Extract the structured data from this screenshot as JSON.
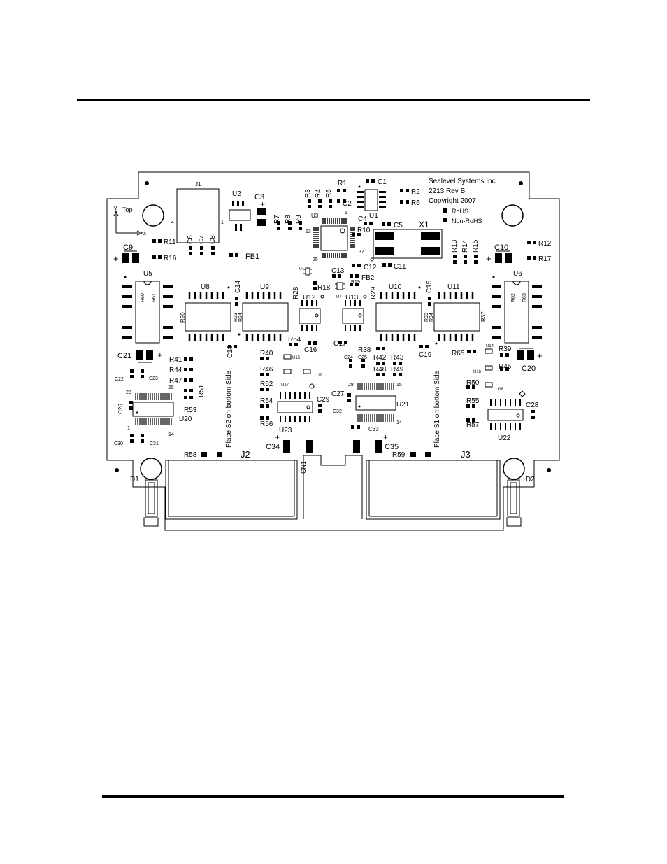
{
  "board_info": {
    "company": "Sealevel Systems Inc",
    "revision": "2213 Rev B",
    "copyright": "Copyright 2007",
    "legend_rohs": "RoHS",
    "legend_nonrohs": "Non-RoHS"
  },
  "axes": {
    "y": "y",
    "top": "Top",
    "x": "x"
  },
  "notes": {
    "s2": "Place S2 on bottom Side",
    "s1": "Place S1 on bottom Side"
  },
  "pin_numbers": {
    "j1_4": "4",
    "j1_1": "1",
    "u3_1": "1",
    "u3_13": "13",
    "u3_25": "25",
    "u3_37": "37",
    "u20_28": "28",
    "u20_15": "15",
    "u20_1": "1",
    "u20_14": "14",
    "u21_28": "28",
    "u21_15": "15",
    "u21_14": "14"
  },
  "polarity": {
    "plus": "+"
  },
  "designators": {
    "J1": "J1",
    "J2": "J2",
    "J3": "J3",
    "U1": "U1",
    "U2": "U2",
    "U3": "U3",
    "U4": "U4",
    "U5": "U5",
    "U6": "U6",
    "U7": "U7",
    "U8": "U8",
    "U9": "U9",
    "U10": "U10",
    "U11": "U11",
    "U12": "U12",
    "U13": "U13",
    "U14": "U14",
    "U15": "U15",
    "U16": "U16",
    "U17": "U17",
    "U18": "U18",
    "U19": "U19",
    "U20": "U20",
    "U21": "U21",
    "U22": "U22",
    "U23": "U23",
    "X1": "X1",
    "FB1": "FB1",
    "FB2": "FB2",
    "D1": "D1",
    "D2": "D2",
    "CN1": "CN1",
    "C1": "C1",
    "C2": "C2",
    "C3": "C3",
    "C4": "C4",
    "C5": "C5",
    "C6": "C6",
    "C7": "C7",
    "C8": "C8",
    "C9": "C9",
    "C10": "C10",
    "C11": "C11",
    "C12": "C12",
    "C13": "C13",
    "C14": "C14",
    "C15": "C15",
    "C16": "C16",
    "C17": "C17",
    "C18": "C18",
    "C19": "C19",
    "C20": "C20",
    "C21": "C21",
    "C22": "C22",
    "C23": "C23",
    "C24": "C24",
    "C25": "C25",
    "C26": "C26",
    "C27": "C27",
    "C28": "C28",
    "C29": "C29",
    "C30": "C30",
    "C31": "C31",
    "C32": "C32",
    "C33": "C33",
    "C34": "C34",
    "C35": "C35",
    "R1": "R1",
    "R2": "R2",
    "R3": "R3",
    "R4": "R4",
    "R5": "R5",
    "R6": "R6",
    "R7": "R7",
    "R8": "R8",
    "R9": "R9",
    "R10": "R10",
    "R11": "R11",
    "R12": "R12",
    "R13": "R13",
    "R14": "R14",
    "R15": "R15",
    "R16": "R16",
    "R17": "R17",
    "R18": "R18",
    "R19": "R19",
    "R20": "R20",
    "R23": "R23",
    "R24": "R24",
    "R28": "R28",
    "R29": "R29",
    "R33": "R33",
    "R34": "R34",
    "R37": "R37",
    "R38": "R38",
    "R39": "R39",
    "R40": "R40",
    "R41": "R41",
    "R42": "R42",
    "R43": "R43",
    "R44": "R44",
    "R45": "R45",
    "R46": "R46",
    "R47": "R47",
    "R48": "R48",
    "R49": "R49",
    "R50": "R50",
    "R51": "R51",
    "R52": "R52",
    "R53": "R53",
    "R54": "R54",
    "R55": "R55",
    "R56": "R56",
    "R57": "R57",
    "R58": "R58",
    "R59": "R59",
    "R60": "R60",
    "R61": "R61",
    "R62": "R62",
    "R63": "R63",
    "R64": "R64",
    "R65": "R65"
  }
}
